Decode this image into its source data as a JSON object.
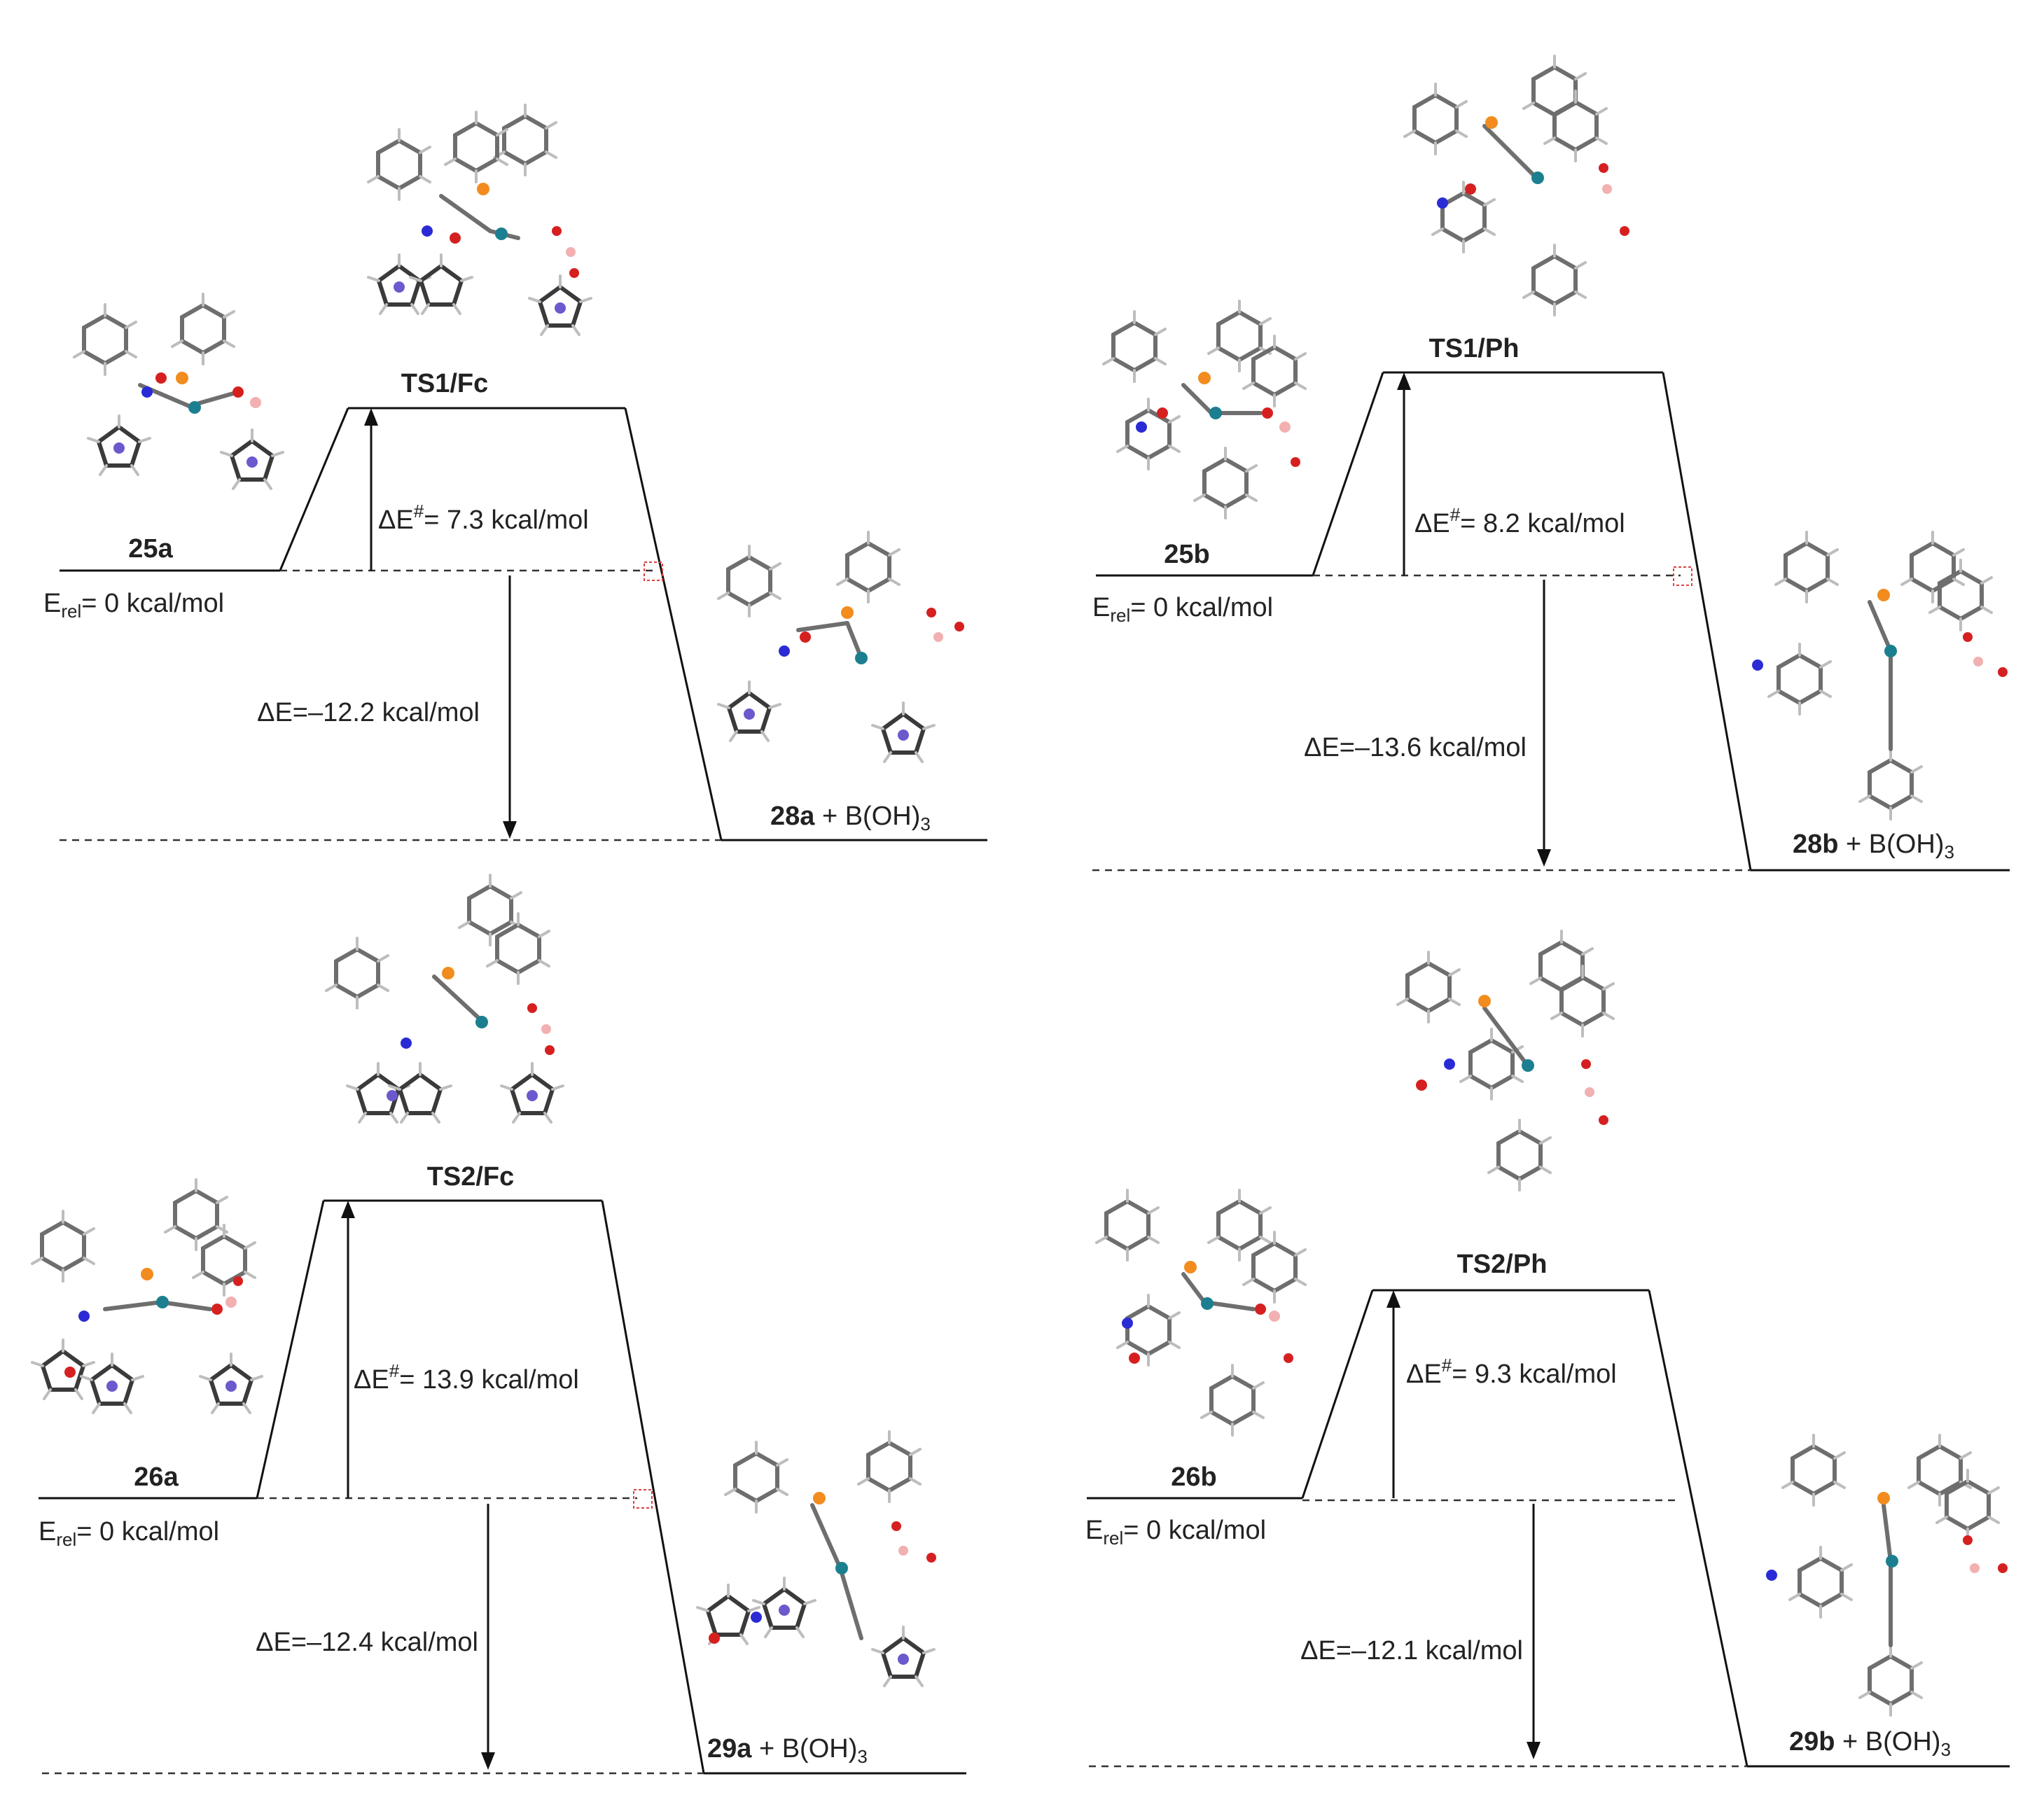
{
  "panels": [
    {
      "reactant": "25a",
      "ts": "TS1/Fc",
      "product": "28a",
      "barrier": "= 7.3 kcal/mol",
      "reaction": "ΔE=–12.2 kcal/mol"
    },
    {
      "reactant": "25b",
      "ts": "TS1/Ph",
      "product": "28b",
      "barrier": "= 8.2 kcal/mol",
      "reaction": "ΔE=–13.6 kcal/mol"
    },
    {
      "reactant": "26a",
      "ts": "TS2/Fc",
      "product": "29a",
      "barrier": "= 13.9 kcal/mol",
      "reaction": "ΔE=–12.4 kcal/mol"
    },
    {
      "reactant": "26b",
      "ts": "TS2/Ph",
      "product": "29b",
      "barrier": "= 9.3 kcal/mol",
      "reaction": "ΔE=–12.1 kcal/mol"
    }
  ],
  "common": {
    "erel_prefix": "E",
    "erel_sub": "rel",
    "erel_suffix": "= 0 kcal/mol",
    "delta_symbol": "ΔE",
    "barrier_sup": "#",
    "byproduct_prefix": " + B(OH)",
    "byproduct_sub": "3"
  },
  "colors": {
    "carbon": "#6e6e6e",
    "hydrogen": "#d9d9d9",
    "phosphorus": "#f28c1e",
    "palladium": "#1c7f8f",
    "nitrogen": "#2b2bd6",
    "oxygen": "#d62020",
    "boron": "#f2b0b0",
    "iron": "#6a5acd"
  }
}
